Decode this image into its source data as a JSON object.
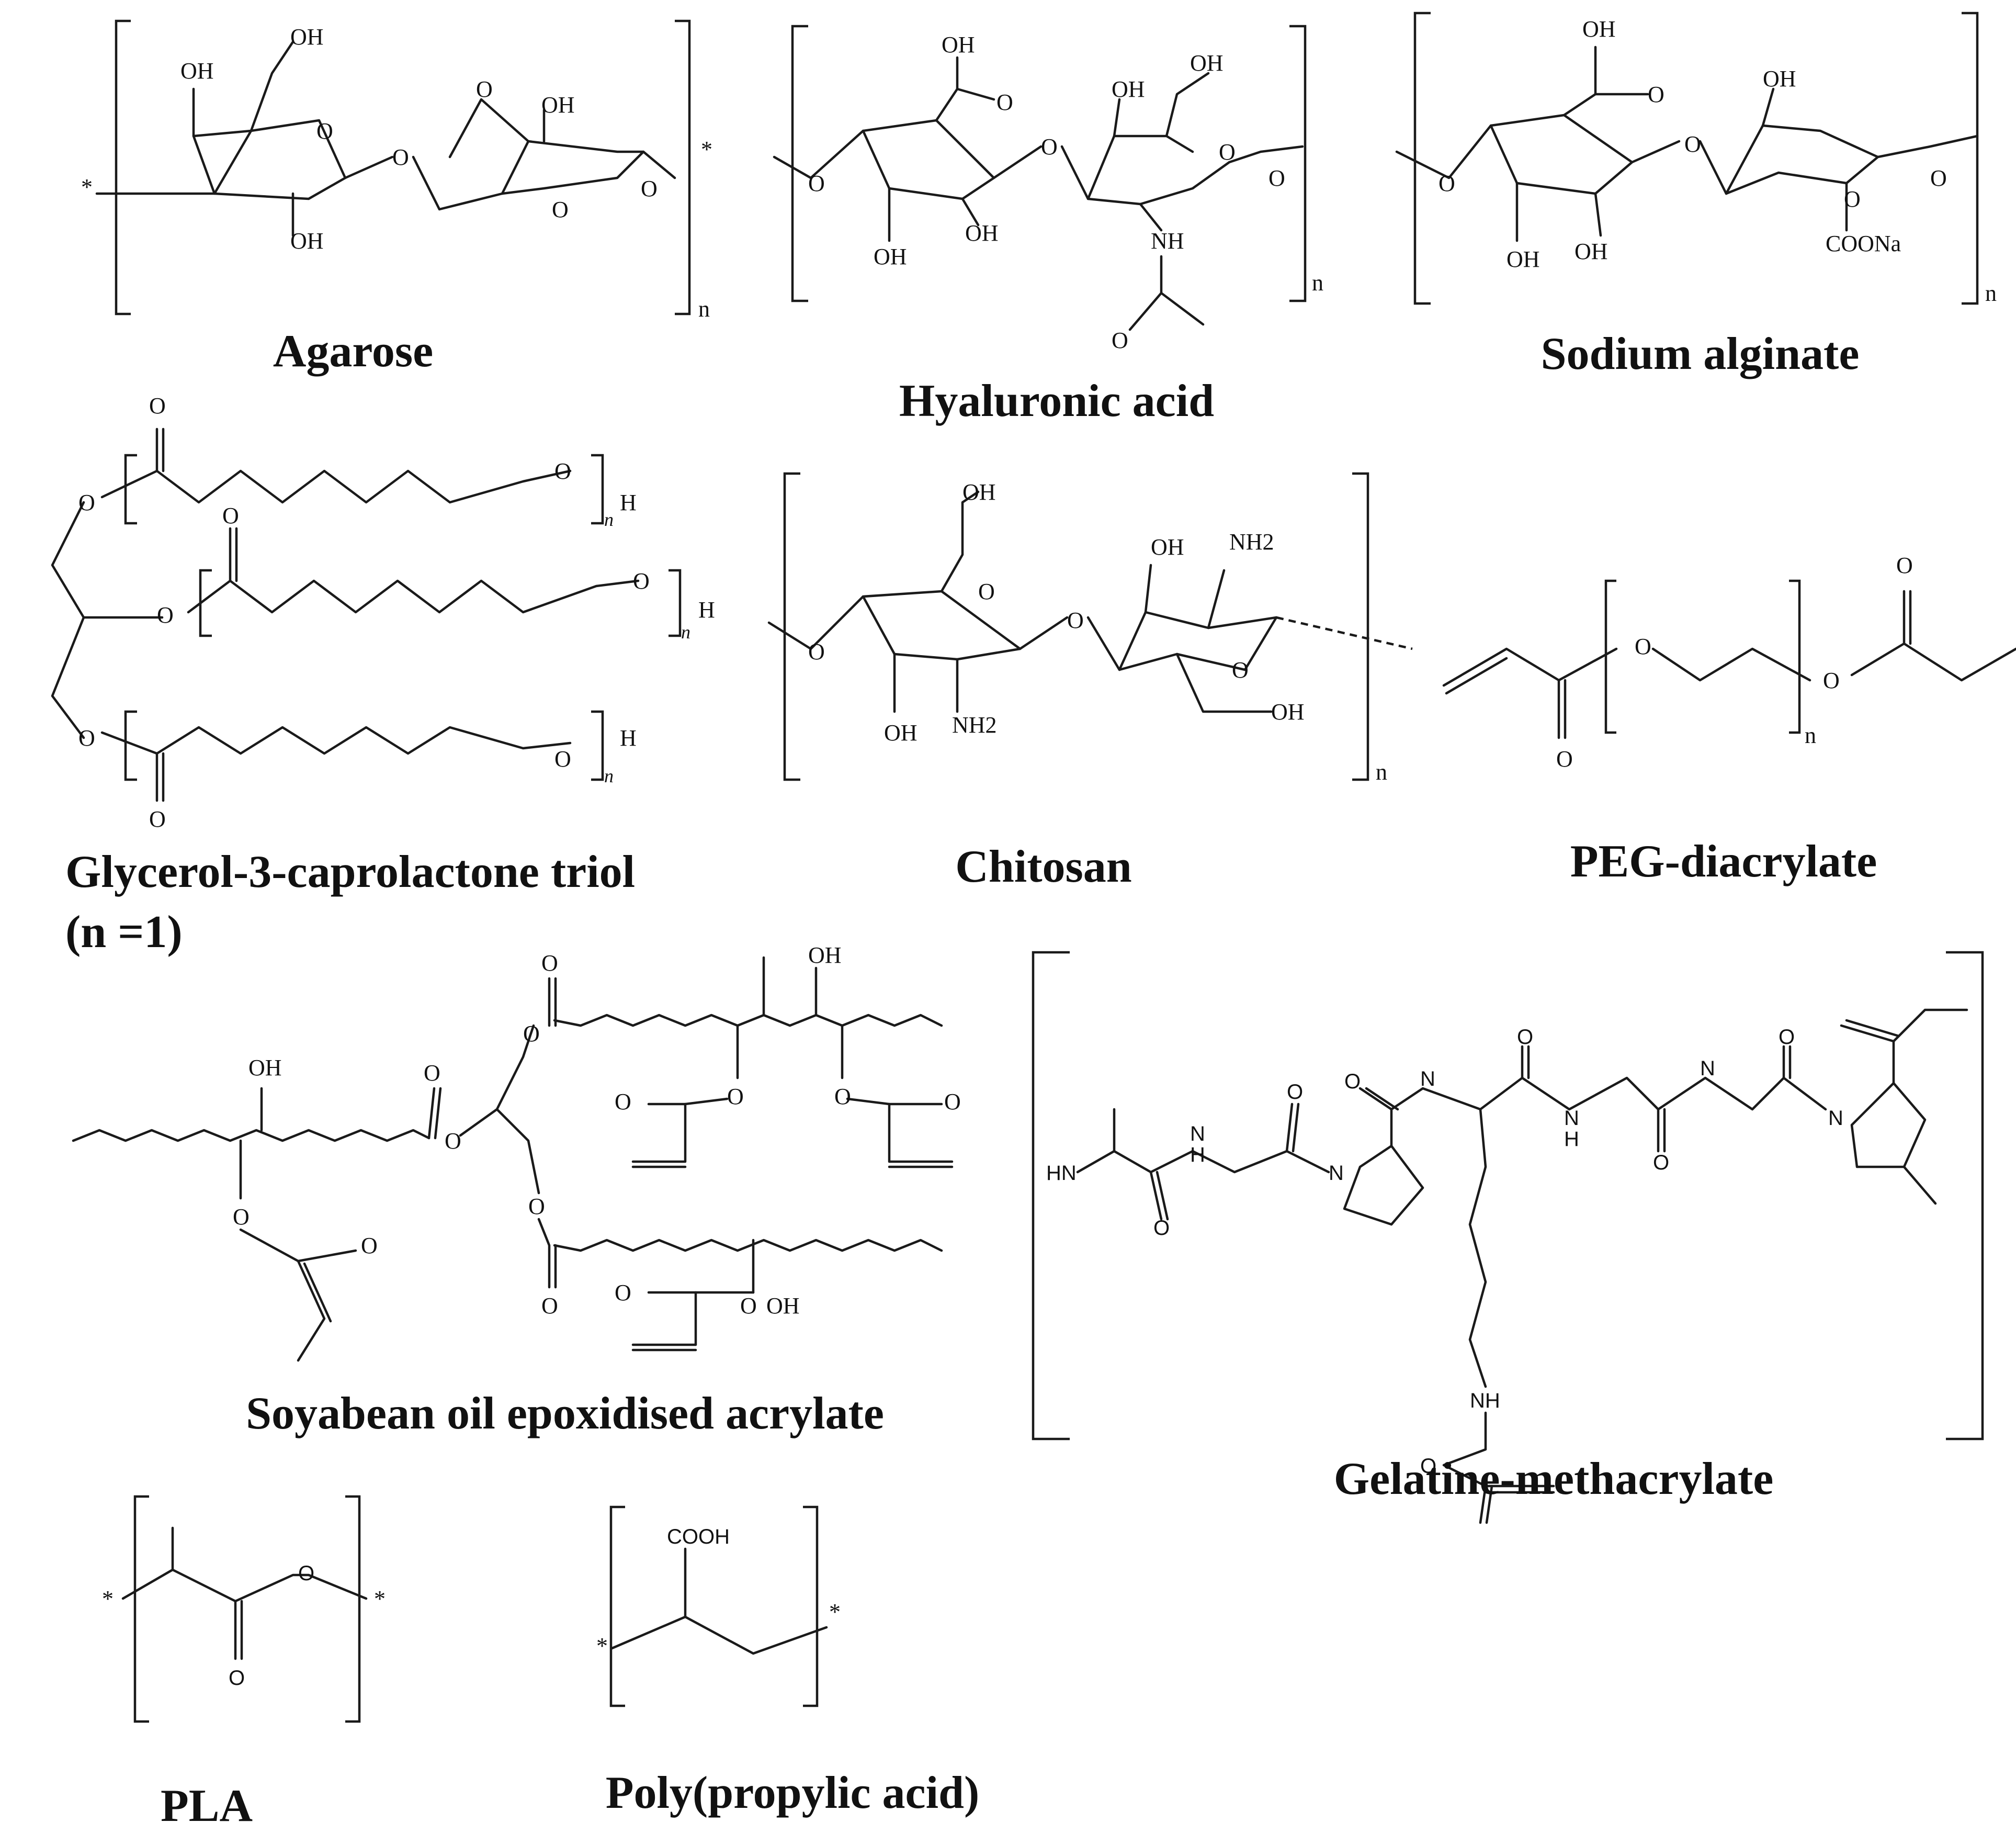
{
  "figure": {
    "structures": [
      {
        "name": "Agarose",
        "atom_labels": [
          "OH",
          "OH",
          "O",
          "O",
          "OH",
          "O",
          "O",
          "O",
          "OH",
          "*",
          "*"
        ],
        "repeat_label": "n"
      },
      {
        "name": "Hyaluronic acid",
        "atom_labels": [
          "OH",
          "O",
          "O",
          "OH",
          "OH",
          "O",
          "OH",
          "OH",
          "O",
          "O",
          "NH",
          "O",
          "O"
        ],
        "repeat_label": "n"
      },
      {
        "name": "Sodium alginate",
        "atom_labels": [
          "OH",
          "O",
          "O",
          "OH",
          "OH",
          "O",
          "OH",
          "O",
          "COONa",
          "O",
          "O"
        ],
        "repeat_label": "n"
      },
      {
        "name": "Glycerol-3-caprolactone triol",
        "name_line2": "(n =1)",
        "atom_labels": [
          "O",
          "O",
          "O",
          "H",
          "O",
          "O",
          "O",
          "H",
          "O",
          "O",
          "O",
          "H"
        ],
        "repeat_label": "n"
      },
      {
        "name": "Chitosan",
        "atom_labels": [
          "OH",
          "O",
          "O",
          "OH",
          "NH2",
          "O",
          "OH",
          "NH2",
          "O",
          "OH"
        ],
        "repeat_label": "n"
      },
      {
        "name": "PEG-diacrylate",
        "atom_labels": [
          "O",
          "O",
          "O",
          "O"
        ],
        "repeat_label": "n"
      },
      {
        "name": "Soyabean oil epoxidised acrylate",
        "atom_labels": [
          "O",
          "OH",
          "OH",
          "O",
          "O",
          "O",
          "O",
          "O",
          "O",
          "O",
          "O",
          "O",
          "O",
          "O",
          "O",
          "O",
          "O",
          "OH"
        ]
      },
      {
        "name": "Gelatine-methacrylate",
        "atom_labels": [
          "HN",
          "N",
          "H",
          "O",
          "O",
          "N",
          "O",
          "N",
          "H",
          "O",
          "N",
          "H",
          "O",
          "N",
          "O",
          "H",
          "N",
          "NH",
          "O"
        ]
      },
      {
        "name": "PLA",
        "atom_labels": [
          "O",
          "O",
          "*",
          "*"
        ]
      },
      {
        "name": "Poly(propylic acid)",
        "atom_labels": [
          "COOH",
          "*",
          "*"
        ]
      }
    ]
  }
}
